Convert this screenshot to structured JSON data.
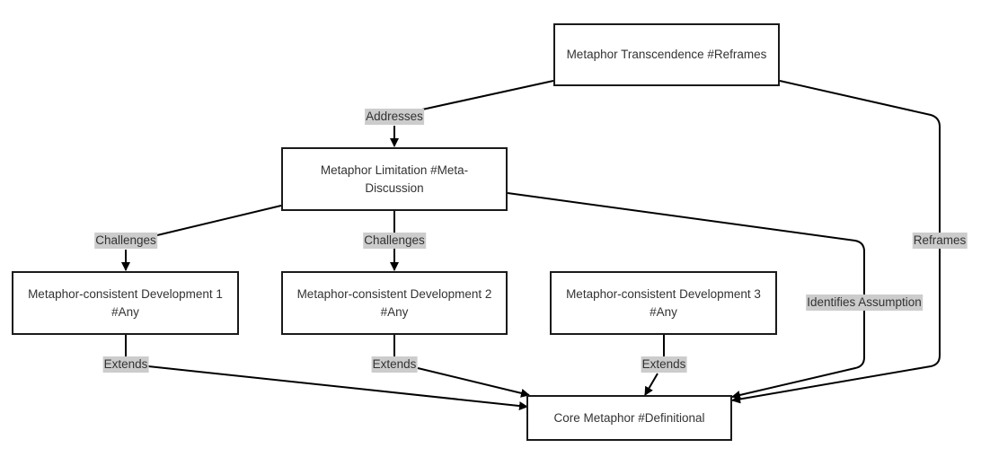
{
  "nodes": {
    "transcendence": "Metaphor Transcendence #Reframes",
    "limitation": "Metaphor Limitation #Meta-Discussion",
    "dev1": "Metaphor-consistent Development 1 #Any",
    "dev2": "Metaphor-consistent Development 2 #Any",
    "dev3": "Metaphor-consistent Development 3 #Any",
    "core": "Core Metaphor #Definitional"
  },
  "edges": {
    "addresses": "Addresses",
    "challenges1": "Challenges",
    "challenges2": "Challenges",
    "identifies": "Identifies Assumption",
    "reframes": "Reframes",
    "extends1": "Extends",
    "extends2": "Extends",
    "extends3": "Extends"
  }
}
